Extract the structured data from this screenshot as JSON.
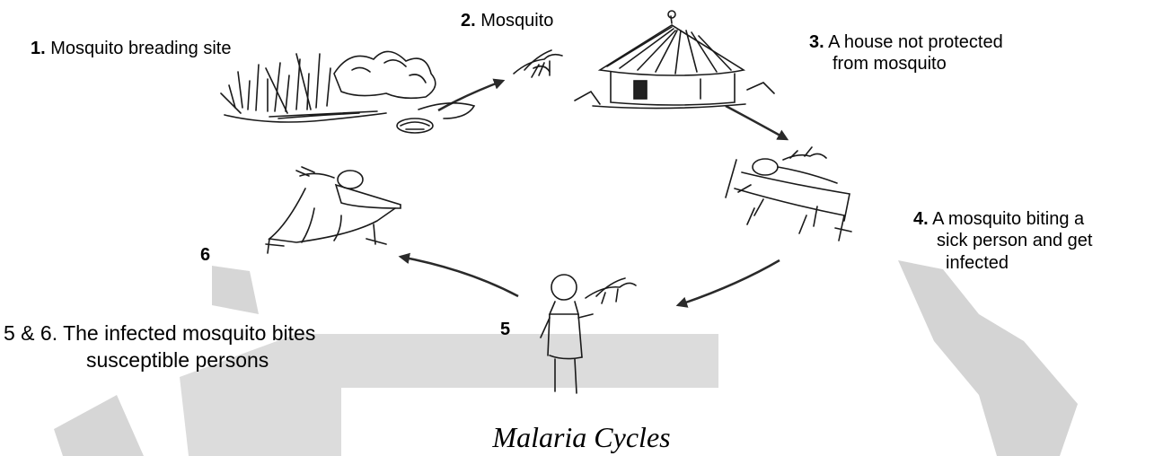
{
  "title": "Malaria Cycles",
  "steps": [
    {
      "num": "1.",
      "text": "Mosquito breading site"
    },
    {
      "num": "2.",
      "text": "Mosquito"
    },
    {
      "num": "3.",
      "text": "A house not protected",
      "text2": "from mosquito"
    },
    {
      "num": "4.",
      "text": "A mosquito biting a",
      "text2": "sick person and get",
      "text3": "infected"
    },
    {
      "num": "5"
    },
    {
      "num": "6"
    },
    {
      "text": "5 & 6. The infected mosquito bites",
      "text2": "susceptible persons"
    }
  ],
  "watermark_color": "#d0d0d0"
}
